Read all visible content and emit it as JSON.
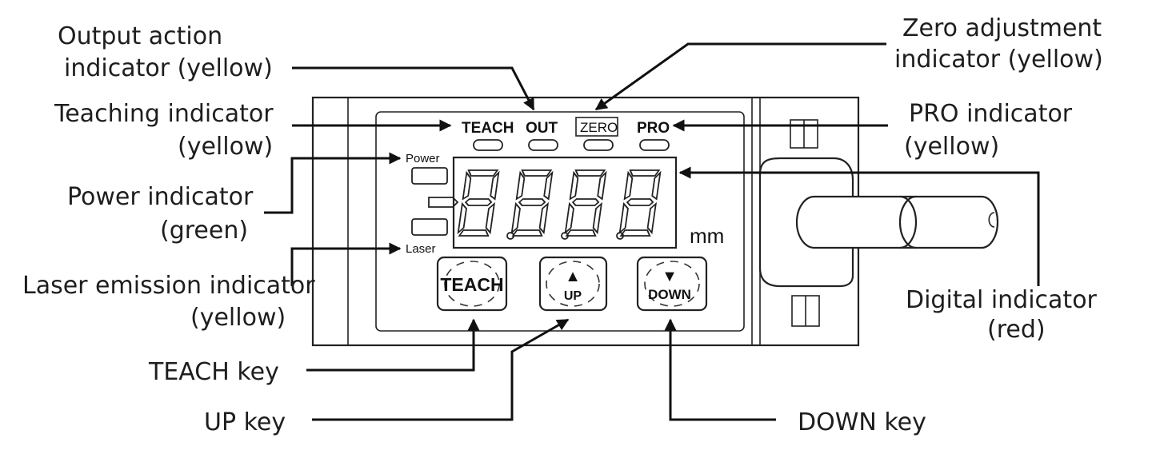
{
  "callouts": {
    "output_action_line1": "Output action",
    "output_action_line2": "indicator (yellow)",
    "teaching_line1": "Teaching indicator",
    "teaching_line2": "(yellow)",
    "power_line1": "Power indicator",
    "power_line2": "(green)",
    "laser_line1": "Laser emission indicator",
    "laser_line2": "(yellow)",
    "teach_key": "TEACH key",
    "up_key": "UP key",
    "zero_line1": "Zero adjustment",
    "zero_line2": "indicator (yellow)",
    "pro_line1": "PRO indicator",
    "pro_line2": "(yellow)",
    "digital_line1": "Digital indicator",
    "digital_line2": "(red)",
    "down_key": "DOWN key"
  },
  "panel": {
    "teach_label": "TEACH",
    "out_label": "OUT",
    "zero_label": "ZERO",
    "pro_label": "PRO",
    "power_label": "Power",
    "laser_label": "Laser",
    "unit": "mm",
    "teach_button": "TEACH",
    "up_button": "UP",
    "down_button": "DOWN",
    "up_arrow": "▲",
    "down_arrow": "▼"
  },
  "led_colors": {
    "output_action": "yellow",
    "teaching": "yellow",
    "power": "green",
    "laser_emission": "yellow",
    "zero_adjustment": "yellow",
    "pro": "yellow",
    "digital": "red"
  }
}
